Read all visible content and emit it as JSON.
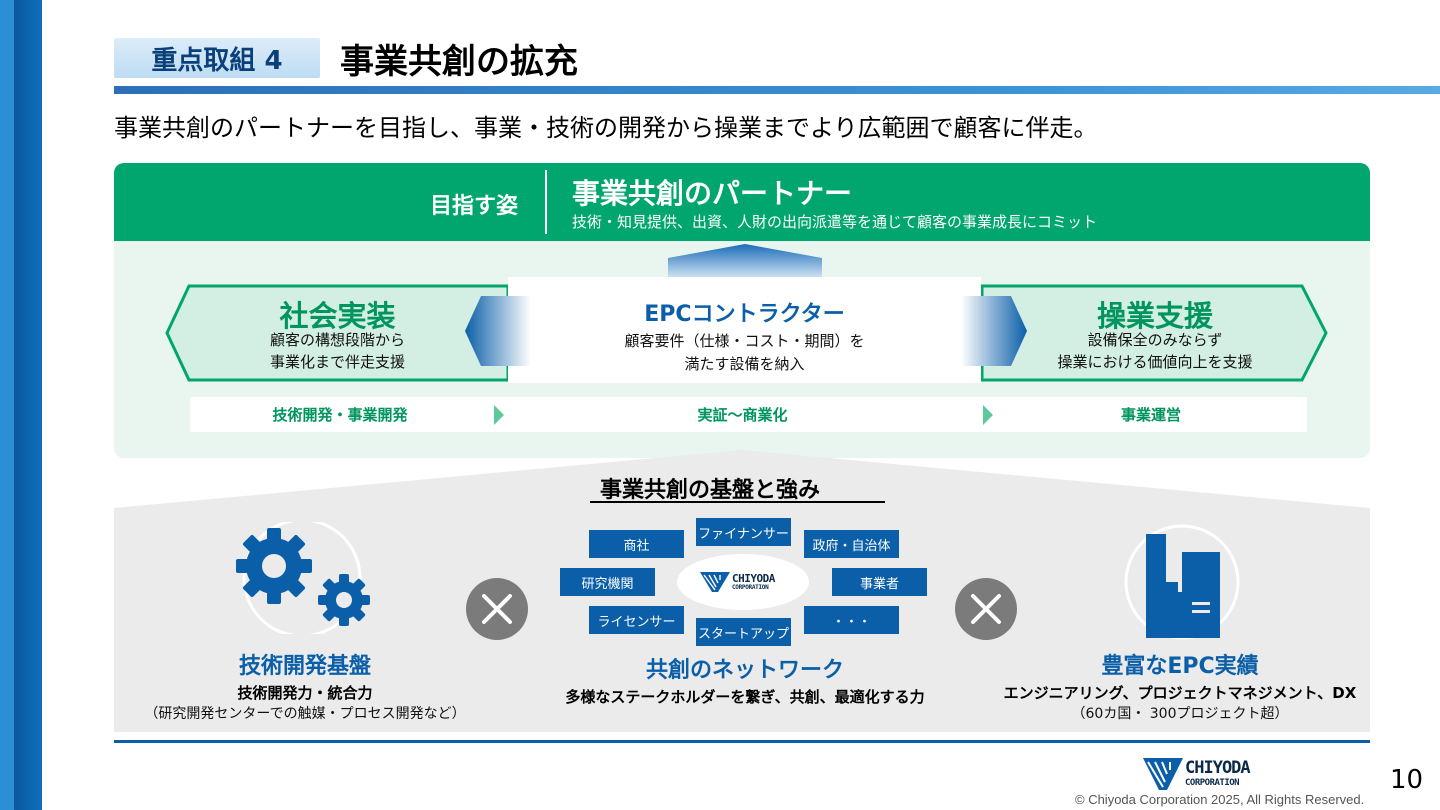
{
  "header": {
    "tag": "重点取組 4",
    "title": "事業共創の拡充",
    "subtitle": "事業共創のパートナーを目指し、事業・技術の開発から操業までより広範囲で顧客に伴走。"
  },
  "goal": {
    "label": "目指す姿",
    "title": "事業共創のパートナー",
    "description": "技術・知見提供、出資、人財の出向派遣等を通じて顧客の事業成長にコミット"
  },
  "left_block": {
    "title": "社会実装",
    "desc_line1": "顧客の構想段階から",
    "desc_line2": "事業化まで伴走支援"
  },
  "center_block": {
    "title": "EPCコントラクター",
    "desc_line1": "顧客要件（仕様・コスト・期間）を",
    "desc_line2": "満たす設備を納入"
  },
  "right_block": {
    "title": "操業支援",
    "desc_line1": "設備保全のみならず",
    "desc_line2": "操業における価値向上を支援"
  },
  "stages": [
    "技術開発・事業開発",
    "実証～商業化",
    "事業運営"
  ],
  "foundation": {
    "title": "事業共創の基盤と強み",
    "network_nodes": [
      "ファイナンサー",
      "商社",
      "政府・自治体",
      "研究機関",
      "事業者",
      "ライセンサー",
      "・・・",
      "スタートアップ"
    ],
    "center_logo_line1": "CHIYODA",
    "center_logo_line2": "CORPORATION",
    "columns": [
      {
        "title": "技術開発基盤",
        "sub": "技術開発力・統合力",
        "note": "（研究開発センターでの触媒・プロセス開発など）"
      },
      {
        "title": "共創のネットワーク",
        "sub": "多様なステークホルダーを繋ぎ、共創、最適化する力",
        "note": ""
      },
      {
        "title": "豊富なEPC実績",
        "sub": "エンジニアリング、プロジェクトマネジメント、DX",
        "note": "（60カ国・ 300プロジェクト超）"
      }
    ],
    "icons": [
      "gears-icon",
      "times-icon",
      "times-icon",
      "factory-icon"
    ]
  },
  "footer": {
    "logo_line1": "CHIYODA",
    "logo_line2": "CORPORATION",
    "page_number": "10",
    "copyright": "© Chiyoda Corporation 2025, All Rights Reserved."
  },
  "colors": {
    "green": "#00a66e",
    "blue": "#0b5fa8",
    "light_green": "#e9f5ef",
    "gray": "#ebebeb"
  }
}
